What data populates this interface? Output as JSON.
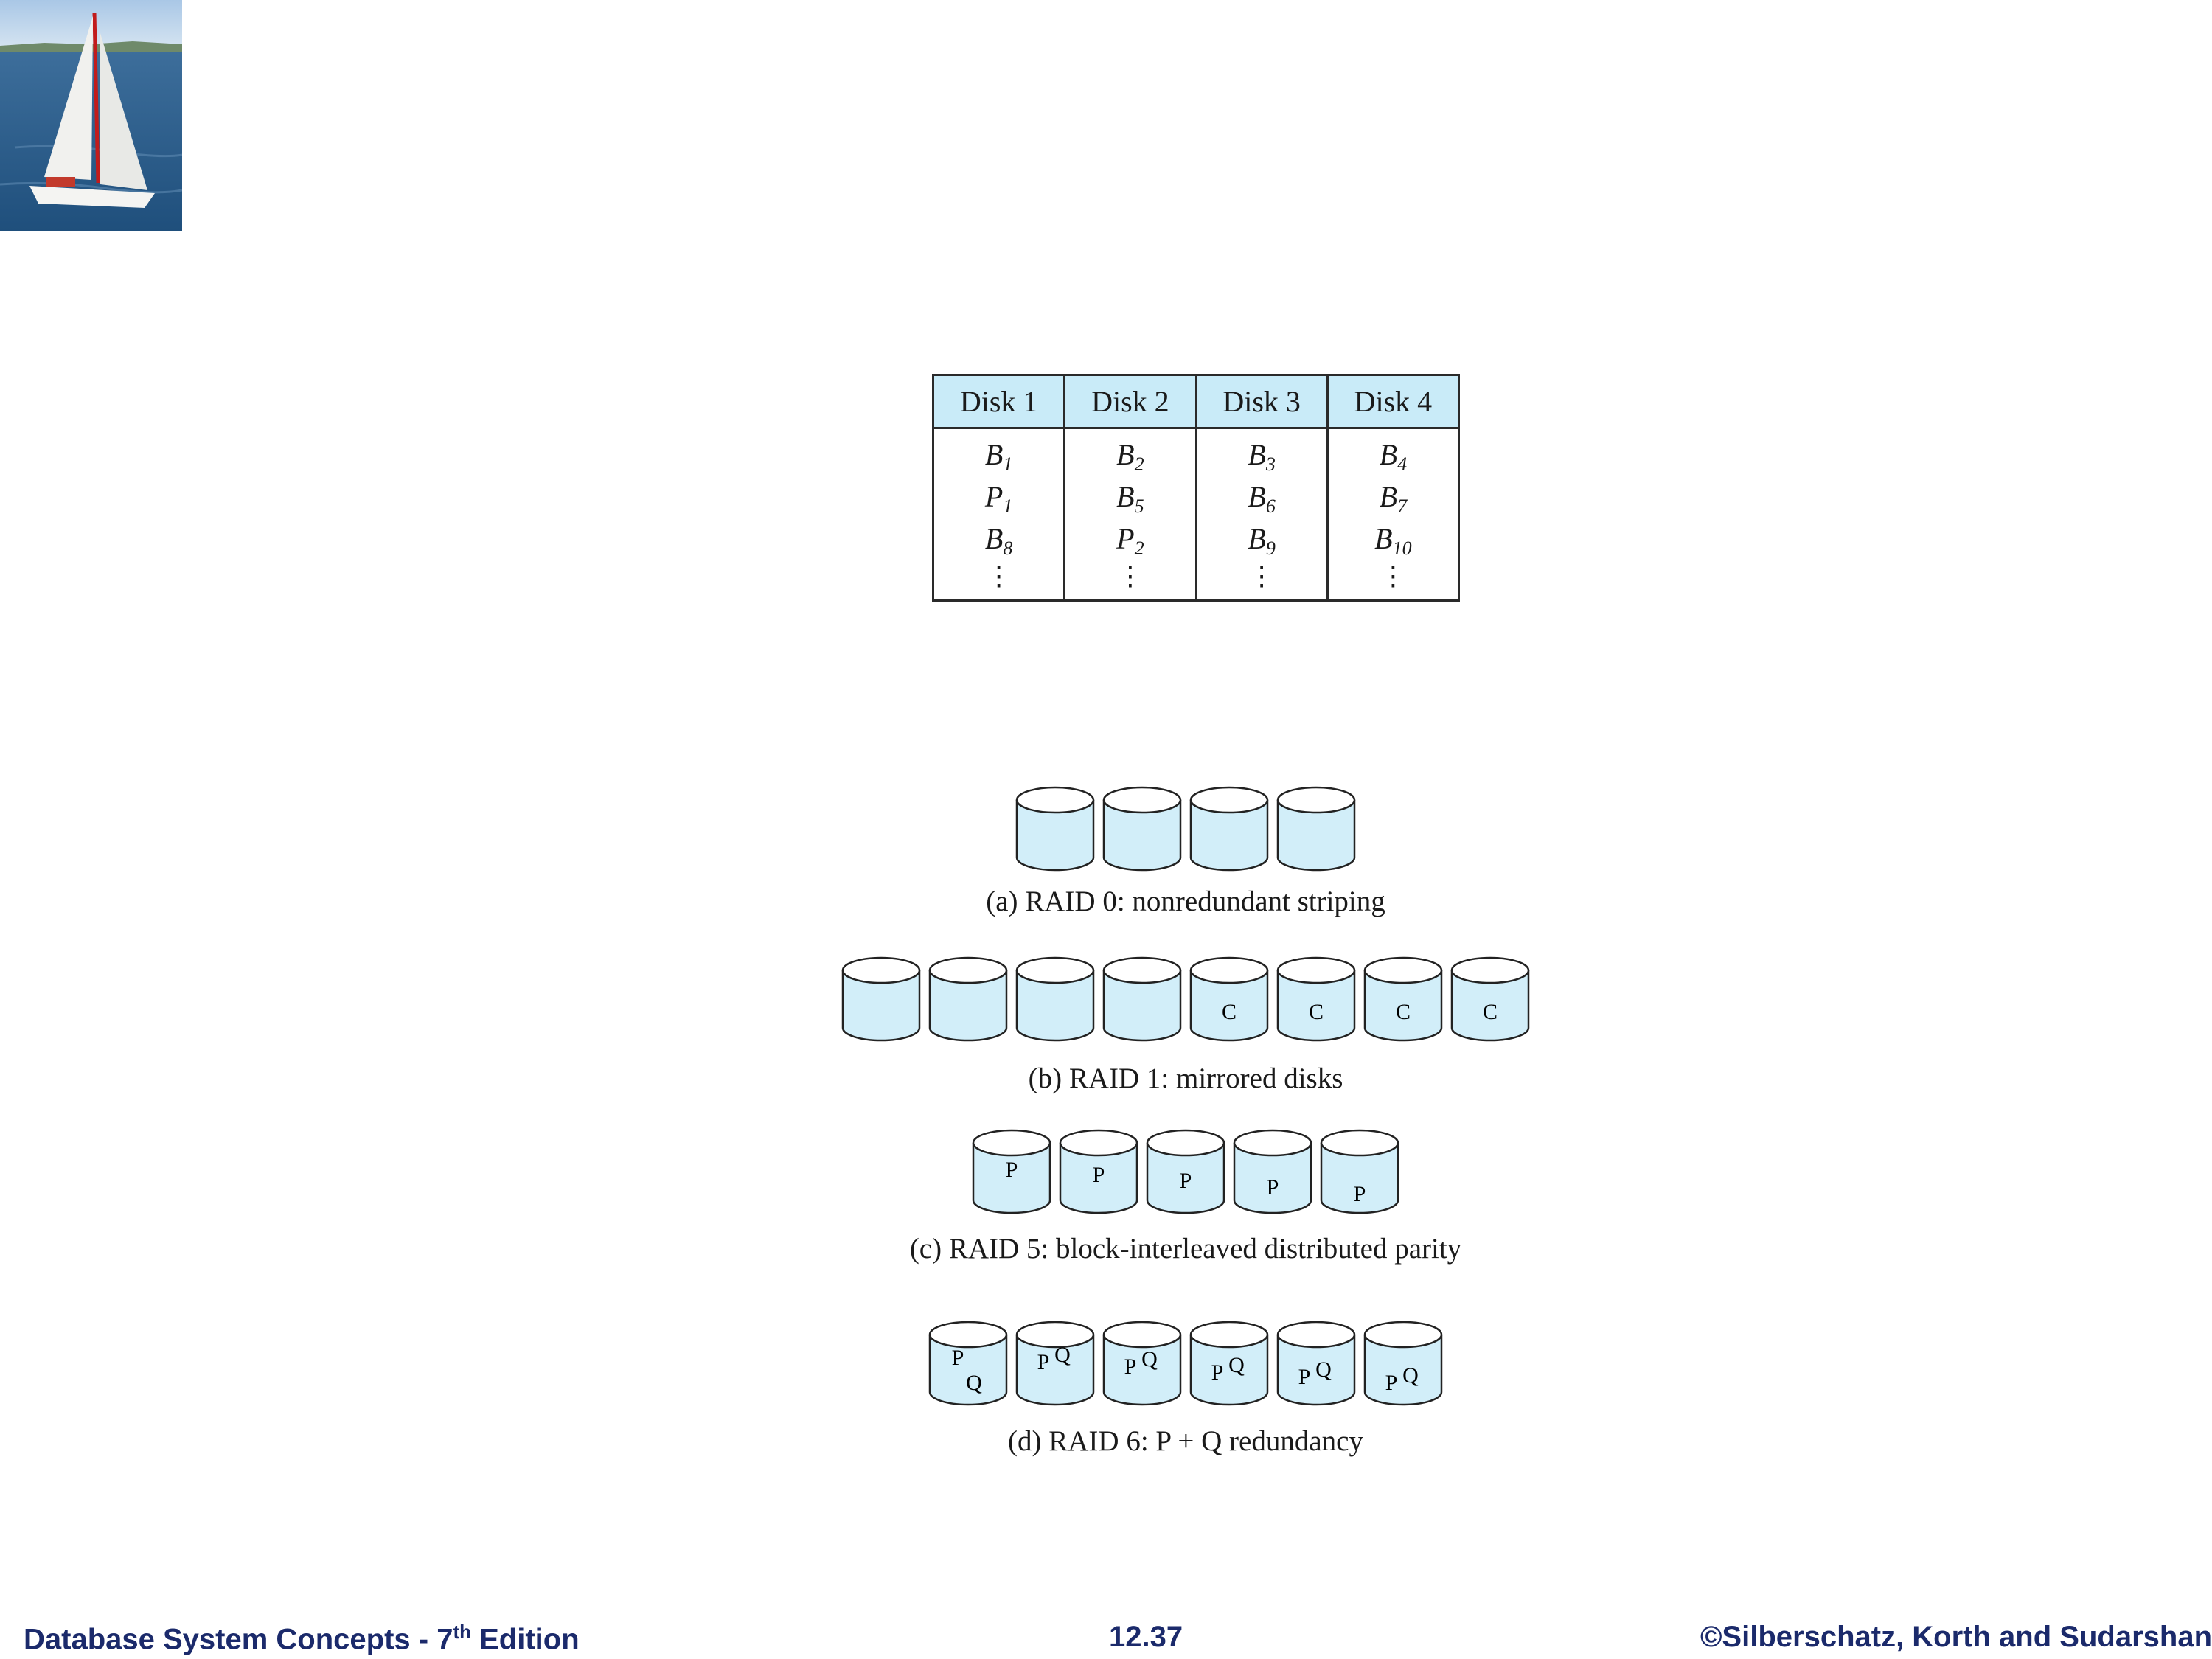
{
  "table": {
    "headers": [
      "Disk 1",
      "Disk 2",
      "Disk 3",
      "Disk 4"
    ],
    "rows": [
      [
        {
          "base": "B",
          "sub": "1"
        },
        {
          "base": "B",
          "sub": "2"
        },
        {
          "base": "B",
          "sub": "3"
        },
        {
          "base": "B",
          "sub": "4"
        }
      ],
      [
        {
          "base": "P",
          "sub": "1"
        },
        {
          "base": "B",
          "sub": "5"
        },
        {
          "base": "B",
          "sub": "6"
        },
        {
          "base": "B",
          "sub": "7"
        }
      ],
      [
        {
          "base": "B",
          "sub": "8"
        },
        {
          "base": "P",
          "sub": "2"
        },
        {
          "base": "B",
          "sub": "9"
        },
        {
          "base": "B",
          "sub": "10"
        }
      ]
    ],
    "continuation": "⋮"
  },
  "raid": {
    "disk_color": "#d2eef9",
    "groups": [
      {
        "caption": "(a) RAID 0: nonredundant striping",
        "disks": [
          "",
          "",
          "",
          ""
        ]
      },
      {
        "caption": "(b) RAID 1: mirrored disks",
        "disks": [
          "",
          "",
          "",
          "",
          "C",
          "C",
          "C",
          "C"
        ]
      },
      {
        "caption": "(c) RAID 5: block-interleaved distributed parity",
        "disks": [
          "P",
          "P",
          "P",
          "P",
          "P"
        ]
      },
      {
        "caption": "(d) RAID 6: P + Q redundancy",
        "disks": [
          [
            "P",
            "Q"
          ],
          [
            "P",
            "Q"
          ],
          [
            "P",
            "Q"
          ],
          [
            "P",
            "Q"
          ],
          [
            "P",
            "Q"
          ],
          [
            "P",
            "Q"
          ]
        ]
      }
    ]
  },
  "footer": {
    "title_prefix": "Database System Concepts - 7",
    "title_sup": "th",
    "title_suffix": " Edition",
    "page": "12.37",
    "copyright": "©Silberschatz, Korth and Sudarshan"
  },
  "colors": {
    "footer": "#1b2a6b",
    "table_header": "#c9ebf8"
  }
}
